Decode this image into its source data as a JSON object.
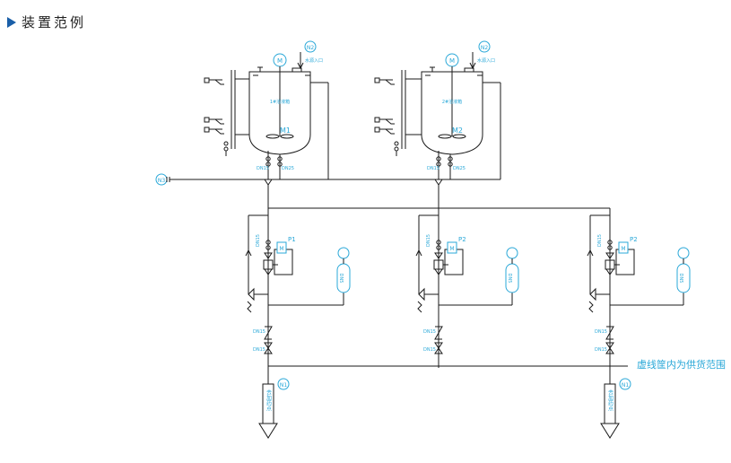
{
  "heading": {
    "title": "装置范例"
  },
  "tanks": [
    {
      "label": "1#溶液箱",
      "motor": "M",
      "mixer": "M1",
      "inlet_tag": "N2",
      "inlet_text": "水源入口",
      "outlet_a": "DN15",
      "outlet_b": "DN25"
    },
    {
      "label": "2#溶液箱",
      "motor": "M",
      "mixer": "M2",
      "inlet_tag": "N2",
      "inlet_text": "水源入口",
      "outlet_a": "DN15",
      "outlet_b": "DN25"
    }
  ],
  "feed_tag": "N3",
  "pumps": [
    {
      "name": "P1",
      "pipe_top": "DN15",
      "motor": "M",
      "damper": "DN5",
      "pipe_a": "DN15",
      "pipe_b": "DN15"
    },
    {
      "name": "P2",
      "pipe_top": "DN15",
      "motor": "M",
      "damper": "DN5",
      "pipe_a": "DN15",
      "pipe_b": "DN15"
    },
    {
      "name": "P2",
      "pipe_top": "DN15",
      "motor": "M",
      "damper": "DN5",
      "pipe_a": "DN15",
      "pipe_b": "DN15"
    }
  ],
  "outlets": [
    {
      "tag": "N1",
      "text": "去加药点"
    },
    {
      "tag": "N1",
      "text": "去加药点"
    }
  ],
  "scope_note": "虚线筐内为供货范围"
}
